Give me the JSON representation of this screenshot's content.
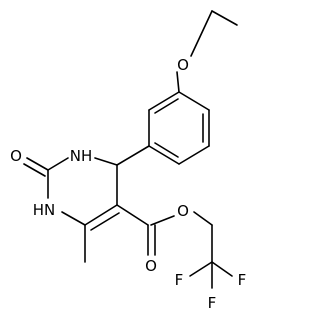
{
  "atoms": {
    "ether_o": "O",
    "nh_top": "NH",
    "carbonyl_o": "O",
    "nh_bottom": "HN",
    "ester_o_single": "O",
    "ester_o_double": "O",
    "f1": "F",
    "f2": "F",
    "f3": "F"
  }
}
